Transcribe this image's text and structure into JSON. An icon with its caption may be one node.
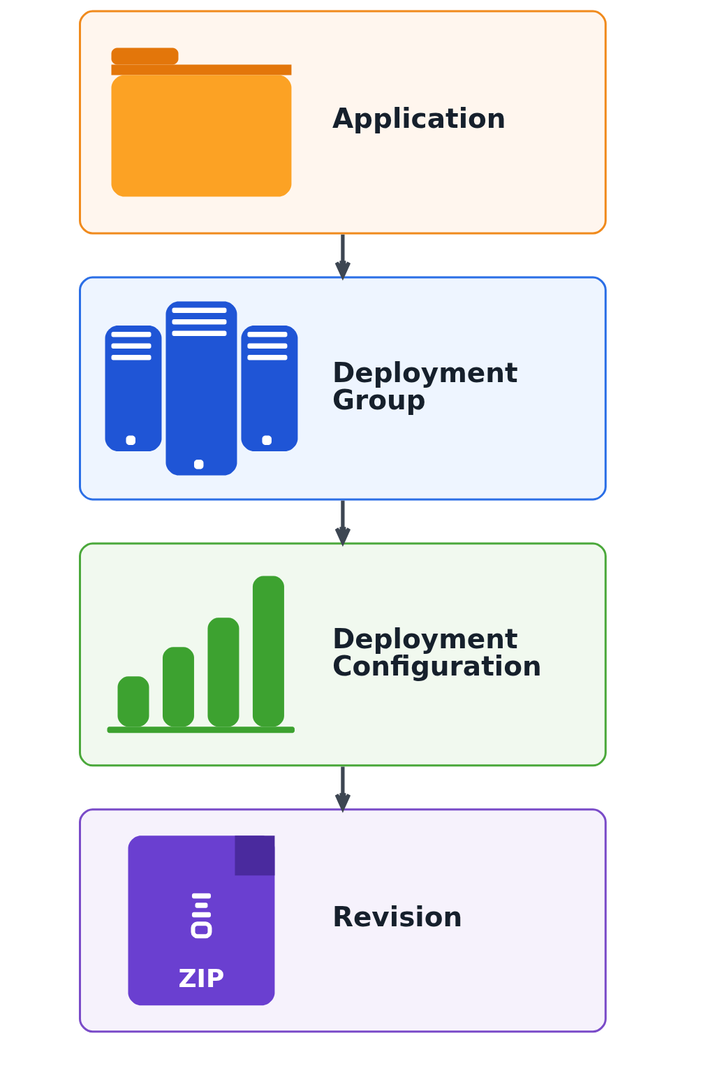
{
  "diagram": {
    "nodes": [
      {
        "text": [
          "Application"
        ]
      },
      {
        "text": [
          "Deployment Group"
        ]
      },
      {
        "text": [
          "Deployment Configuration"
        ]
      },
      {
        "text": [
          "ZIP",
          "Revision"
        ]
      }
    ],
    "edges": [
      {
        "from": 0,
        "to": 1,
        "arrow": "to"
      },
      {
        "from": 1,
        "to": 2,
        "arrow": "to"
      },
      {
        "from": 2,
        "to": 3,
        "arrow": "to"
      }
    ]
  }
}
